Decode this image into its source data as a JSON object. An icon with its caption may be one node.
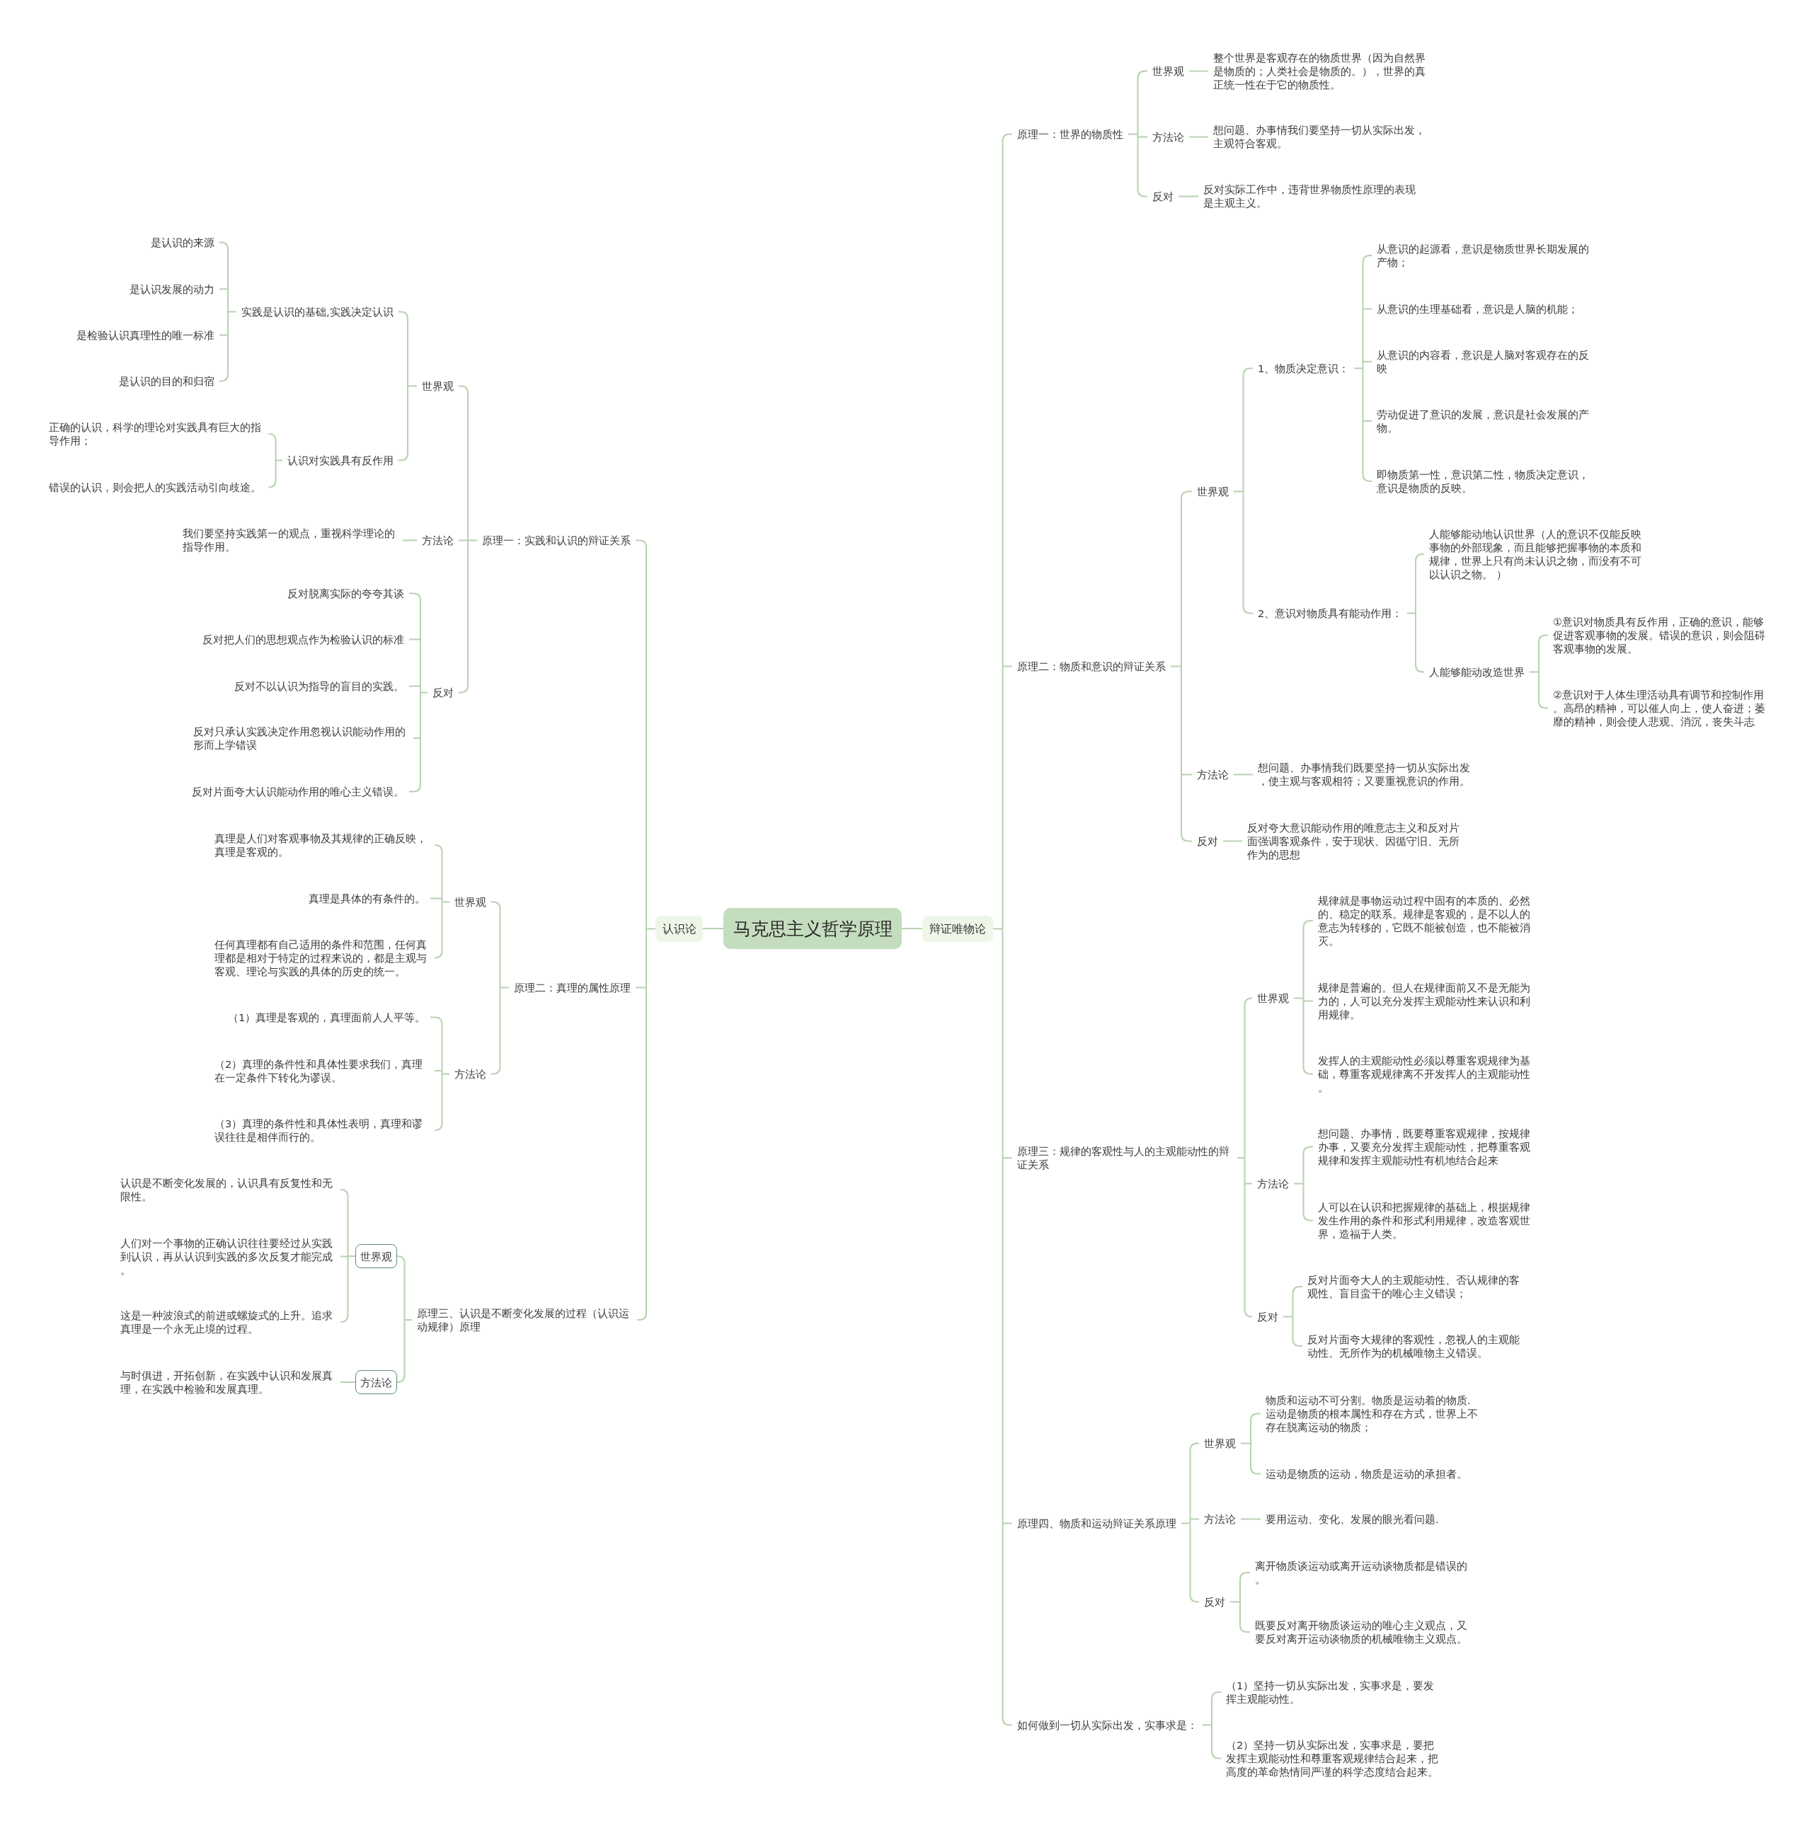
{
  "diagram": {
    "nodes": [
      {
        "text": [
          "马克思主义哲学原理"
        ]
      },
      {
        "text": [
          "认识论"
        ]
      },
      {
        "text": [
          "原理一：实践和认识的辩证关系"
        ]
      },
      {
        "text": [
          "世界观"
        ]
      },
      {
        "text": [
          "实践是认识的基础,实践决定认识"
        ]
      },
      {
        "text": [
          "是认识的来源"
        ]
      },
      {
        "text": [
          "是认识发展的动力"
        ]
      },
      {
        "text": [
          "是检验认识真理性的唯一标准"
        ]
      },
      {
        "text": [
          "是认识的目的和归宿"
        ]
      },
      {
        "text": [
          "认识对实践具有反作用"
        ]
      },
      {
        "text": [
          "正确的认识，科学的理论对实践具有巨大的指导作用；"
        ]
      },
      {
        "text": [
          "错误的认识，则会把人的实践活动引向歧途。"
        ]
      },
      {
        "text": [
          "方法论"
        ]
      },
      {
        "text": [
          "我们要坚持实践第一的观点，重视科学理论的指导作用。"
        ]
      },
      {
        "text": [
          "反对"
        ]
      },
      {
        "text": [
          "反对脱离实际的夸夸其谈"
        ]
      },
      {
        "text": [
          "反对把人们的思想观点作为检验认识的标准"
        ]
      },
      {
        "text": [
          "反对不以认识为指导的盲目的实践。"
        ]
      },
      {
        "text": [
          "反对只承认实践决定作用忽视认识能动作用的形而上学错误"
        ]
      },
      {
        "text": [
          "反对片面夸大认识能动作用的唯心主义错误。"
        ]
      },
      {
        "text": [
          "原理二：真理的属性原理"
        ]
      },
      {
        "text": [
          "世界观"
        ]
      },
      {
        "text": [
          "真理是人们对客观事物及其规律的正确反映，真理是客观的。"
        ]
      },
      {
        "text": [
          "真理是具体的有条件的。"
        ]
      },
      {
        "text": [
          "任何真理都有自己适用的条件和范围，任何真理都是相对于特定的过程来说的，都是主观与客观、理论与实践的具体的历史的统一。"
        ]
      },
      {
        "text": [
          "方法论"
        ]
      },
      {
        "text": [
          "（1）真理是客观的，真理面前人人平等。"
        ]
      },
      {
        "text": [
          "（2）真理的条件性和具体性要求我们，真理在一定条件下转化为谬误。"
        ]
      },
      {
        "text": [
          "（3）真理的条件性和具体性表明，真理和谬误往往是相伴而行的。"
        ]
      },
      {
        "text": [
          "原理三、认识是不断变化发展的过程（认识运动规律）原理"
        ]
      },
      {
        "text": [
          "世界观"
        ]
      },
      {
        "text": [
          "认识是不断变化发展的，认识具有反复性和无限性。"
        ]
      },
      {
        "text": [
          "人们对一个事物的正确认识往往要经过从实践到认识，再从认识到实践的多次反复才能完成。"
        ]
      },
      {
        "text": [
          "这是一种波浪式的前进或螺旋式的上升。追求真理是一个永无止境的过程。"
        ]
      },
      {
        "text": [
          "方法论"
        ]
      },
      {
        "text": [
          "与时俱进，开拓创新，在实践中认识和发展真理，在实践中检验和发展真理。"
        ]
      },
      {
        "text": [
          "辩证唯物论"
        ]
      },
      {
        "text": [
          "原理一：世界的物质性"
        ]
      },
      {
        "text": [
          "世界观"
        ]
      },
      {
        "text": [
          "整个世界是客观存在的物质世界（因为自然界是物质的；人类社会是物质的。），世界的真正统一性在于它的物质性。"
        ]
      },
      {
        "text": [
          "方法论"
        ]
      },
      {
        "text": [
          "想问题、办事情我们要坚持一切从实际出发，主观符合客观。"
        ]
      },
      {
        "text": [
          "反对"
        ]
      },
      {
        "text": [
          "反对实际工作中，违背世界物质性原理的表现是主观主义。"
        ]
      },
      {
        "text": [
          "原理二：物质和意识的辩证关系"
        ]
      },
      {
        "text": [
          "世界观"
        ]
      },
      {
        "text": [
          "1、物质决定意识："
        ]
      },
      {
        "text": [
          "从意识的起源看，意识是物质世界长期发展的产物；"
        ]
      },
      {
        "text": [
          "从意识的生理基础看，意识是人脑的机能；"
        ]
      },
      {
        "text": [
          "从意识的内容看，意识是人脑对客观存在的反映"
        ]
      },
      {
        "text": [
          "劳动促进了意识的发展，意识是社会发展的产物。"
        ]
      },
      {
        "text": [
          "即物质第一性，意识第二性，物质决定意识，意识是物质的反映。"
        ]
      },
      {
        "text": [
          "2、意识对物质具有能动作用："
        ]
      },
      {
        "text": [
          "人能够能动地认识世界（人的意识不仅能反映事物的外部现象，而且能够把握事物的本质和规律，世界上只有尚未认识之物，而没有不可以认识之物。 ）"
        ]
      },
      {
        "text": [
          "人能够能动改造世界"
        ]
      },
      {
        "text": [
          "①意识对物质具有反作用，正确的意识，能够促进客观事物的发展。错误的意识，则会阻碍客观事物的发展。"
        ]
      },
      {
        "text": [
          "②意识对于人体生理活动具有调节和控制作用。高昂的精神，可以催人向上，使人奋进；萎靡的精神，则会使人悲观、消沉，丧失斗志"
        ]
      },
      {
        "text": [
          "方法论"
        ]
      },
      {
        "text": [
          "想问题、办事情我们既要坚持一切从实际出发，使主观与客观相符；又要重视意识的作用。"
        ]
      },
      {
        "text": [
          "反对"
        ]
      },
      {
        "text": [
          "反对夸大意识能动作用的唯意志主义和反对片面强调客观条件，安于现状、因循守旧、无所作为的思想"
        ]
      },
      {
        "text": [
          "原理三：规律的客观性与人的主观能动性的辩证关系"
        ]
      },
      {
        "text": [
          "世界观"
        ]
      },
      {
        "text": [
          "规律就是事物运动过程中固有的本质的、必然的、稳定的联系。规律是客观的，是不以人的意志为转移的，它既不能被创造，也不能被消灭。"
        ]
      },
      {
        "text": [
          "规律是普遍的。但人在规律面前又不是无能为力的，人可以充分发挥主观能动性来认识和利用规律。"
        ]
      },
      {
        "text": [
          "发挥人的主观能动性必须以尊重客观规律为基础，尊重客观规律离不开发挥人的主观能动性。"
        ]
      },
      {
        "text": [
          "方法论"
        ]
      },
      {
        "text": [
          "想问题、办事情，既要尊重客观规律，按规律办事，又要充分发挥主观能动性，把尊重客观规律和发挥主观能动性有机地结合起来"
        ]
      },
      {
        "text": [
          "人可以在认识和把握规律的基础上，根据规律发生作用的条件和形式利用规律，改造客观世界，造福于人类。"
        ]
      },
      {
        "text": [
          "反对"
        ]
      },
      {
        "text": [
          "反对片面夸大人的主观能动性、否认规律的客观性、盲目蛮干的唯心主义错误；"
        ]
      },
      {
        "text": [
          "反对片面夸大规律的客观性，忽视人的主观能动性、无所作为的机械唯物主义错误。"
        ]
      },
      {
        "text": [
          "原理四、物质和运动辩证关系原理"
        ]
      },
      {
        "text": [
          "世界观"
        ]
      },
      {
        "text": [
          "物质和运动不可分割。物质是运动着的物质.运动是物质的根本属性和存在方式，世界上不存在脱离运动的物质；"
        ]
      },
      {
        "text": [
          "运动是物质的运动，物质是运动的承担者。"
        ]
      },
      {
        "text": [
          "方法论"
        ]
      },
      {
        "text": [
          "要用运动、变化、发展的眼光看问题."
        ]
      },
      {
        "text": [
          "反对"
        ]
      },
      {
        "text": [
          "离开物质谈运动或离开运动谈物质都是错误的。"
        ]
      },
      {
        "text": [
          "既要反对离开物质谈运动的唯心主义观点，又要反对离开运动谈物质的机械唯物主义观点。"
        ]
      },
      {
        "text": [
          "如何做到一切从实际出发，实事求是："
        ]
      },
      {
        "text": [
          "（1）坚持一切从实际出发，实事求是，要发挥主观能动性。"
        ]
      },
      {
        "text": [
          "（2）坚持一切从实际出发，实事求是，要把发挥主观能动性和尊重客观规律结合起来，把高度的革命热情同严谨的科学态度结合起来。"
        ]
      }
    ],
    "edges": [
      {
        "from": 0,
        "to": 1,
        "arrow": "none"
      },
      {
        "from": 1,
        "to": 2,
        "arrow": "none"
      },
      {
        "from": 2,
        "to": 3,
        "arrow": "none"
      },
      {
        "from": 3,
        "to": 4,
        "arrow": "none"
      },
      {
        "from": 4,
        "to": 5,
        "arrow": "none"
      },
      {
        "from": 4,
        "to": 6,
        "arrow": "none"
      },
      {
        "from": 4,
        "to": 7,
        "arrow": "none"
      },
      {
        "from": 4,
        "to": 8,
        "arrow": "none"
      },
      {
        "from": 3,
        "to": 9,
        "arrow": "none"
      },
      {
        "from": 9,
        "to": 10,
        "arrow": "none"
      },
      {
        "from": 9,
        "to": 11,
        "arrow": "none"
      },
      {
        "from": 2,
        "to": 12,
        "arrow": "none"
      },
      {
        "from": 12,
        "to": 13,
        "arrow": "none"
      },
      {
        "from": 2,
        "to": 14,
        "arrow": "none"
      },
      {
        "from": 14,
        "to": 15,
        "arrow": "none"
      },
      {
        "from": 14,
        "to": 16,
        "arrow": "none"
      },
      {
        "from": 14,
        "to": 17,
        "arrow": "none"
      },
      {
        "from": 14,
        "to": 18,
        "arrow": "none"
      },
      {
        "from": 14,
        "to": 19,
        "arrow": "none"
      },
      {
        "from": 1,
        "to": 20,
        "arrow": "none"
      },
      {
        "from": 20,
        "to": 21,
        "arrow": "none"
      },
      {
        "from": 21,
        "to": 22,
        "arrow": "none"
      },
      {
        "from": 21,
        "to": 23,
        "arrow": "none"
      },
      {
        "from": 21,
        "to": 24,
        "arrow": "none"
      },
      {
        "from": 20,
        "to": 25,
        "arrow": "none"
      },
      {
        "from": 25,
        "to": 26,
        "arrow": "none"
      },
      {
        "from": 25,
        "to": 27,
        "arrow": "none"
      },
      {
        "from": 25,
        "to": 28,
        "arrow": "none"
      },
      {
        "from": 1,
        "to": 29,
        "arrow": "none"
      },
      {
        "from": 29,
        "to": 30,
        "arrow": "none"
      },
      {
        "from": 30,
        "to": 31,
        "arrow": "none"
      },
      {
        "from": 30,
        "to": 32,
        "arrow": "none"
      },
      {
        "from": 30,
        "to": 33,
        "arrow": "none"
      },
      {
        "from": 29,
        "to": 34,
        "arrow": "none"
      },
      {
        "from": 34,
        "to": 35,
        "arrow": "none"
      },
      {
        "from": 0,
        "to": 36,
        "arrow": "none"
      },
      {
        "from": 36,
        "to": 37,
        "arrow": "none"
      },
      {
        "from": 37,
        "to": 38,
        "arrow": "none"
      },
      {
        "from": 38,
        "to": 39,
        "arrow": "none"
      },
      {
        "from": 37,
        "to": 40,
        "arrow": "none"
      },
      {
        "from": 40,
        "to": 41,
        "arrow": "none"
      },
      {
        "from": 37,
        "to": 42,
        "arrow": "none"
      },
      {
        "from": 42,
        "to": 43,
        "arrow": "none"
      },
      {
        "from": 36,
        "to": 44,
        "arrow": "none"
      },
      {
        "from": 44,
        "to": 45,
        "arrow": "none"
      },
      {
        "from": 45,
        "to": 46,
        "arrow": "none"
      },
      {
        "from": 46,
        "to": 47,
        "arrow": "none"
      },
      {
        "from": 46,
        "to": 48,
        "arrow": "none"
      },
      {
        "from": 46,
        "to": 49,
        "arrow": "none"
      },
      {
        "from": 46,
        "to": 50,
        "arrow": "none"
      },
      {
        "from": 46,
        "to": 51,
        "arrow": "none"
      },
      {
        "from": 45,
        "to": 52,
        "arrow": "none"
      },
      {
        "from": 52,
        "to": 53,
        "arrow": "none"
      },
      {
        "from": 52,
        "to": 54,
        "arrow": "none"
      },
      {
        "from": 54,
        "to": 55,
        "arrow": "none"
      },
      {
        "from": 54,
        "to": 56,
        "arrow": "none"
      },
      {
        "from": 44,
        "to": 57,
        "arrow": "none"
      },
      {
        "from": 57,
        "to": 58,
        "arrow": "none"
      },
      {
        "from": 44,
        "to": 59,
        "arrow": "none"
      },
      {
        "from": 59,
        "to": 60,
        "arrow": "none"
      },
      {
        "from": 36,
        "to": 61,
        "arrow": "none"
      },
      {
        "from": 61,
        "to": 62,
        "arrow": "none"
      },
      {
        "from": 62,
        "to": 63,
        "arrow": "none"
      },
      {
        "from": 62,
        "to": 64,
        "arrow": "none"
      },
      {
        "from": 62,
        "to": 65,
        "arrow": "none"
      },
      {
        "from": 61,
        "to": 66,
        "arrow": "none"
      },
      {
        "from": 66,
        "to": 67,
        "arrow": "none"
      },
      {
        "from": 66,
        "to": 68,
        "arrow": "none"
      },
      {
        "from": 61,
        "to": 69,
        "arrow": "none"
      },
      {
        "from": 69,
        "to": 70,
        "arrow": "none"
      },
      {
        "from": 69,
        "to": 71,
        "arrow": "none"
      },
      {
        "from": 36,
        "to": 72,
        "arrow": "none"
      },
      {
        "from": 72,
        "to": 73,
        "arrow": "none"
      },
      {
        "from": 73,
        "to": 74,
        "arrow": "none"
      },
      {
        "from": 73,
        "to": 75,
        "arrow": "none"
      },
      {
        "from": 72,
        "to": 76,
        "arrow": "none"
      },
      {
        "from": 76,
        "to": 77,
        "arrow": "none"
      },
      {
        "from": 72,
        "to": 78,
        "arrow": "none"
      },
      {
        "from": 78,
        "to": 79,
        "arrow": "none"
      },
      {
        "from": 78,
        "to": 80,
        "arrow": "none"
      },
      {
        "from": 36,
        "to": 81,
        "arrow": "none"
      },
      {
        "from": 81,
        "to": 82,
        "arrow": "none"
      },
      {
        "from": 81,
        "to": 83,
        "arrow": "none"
      }
    ]
  }
}
